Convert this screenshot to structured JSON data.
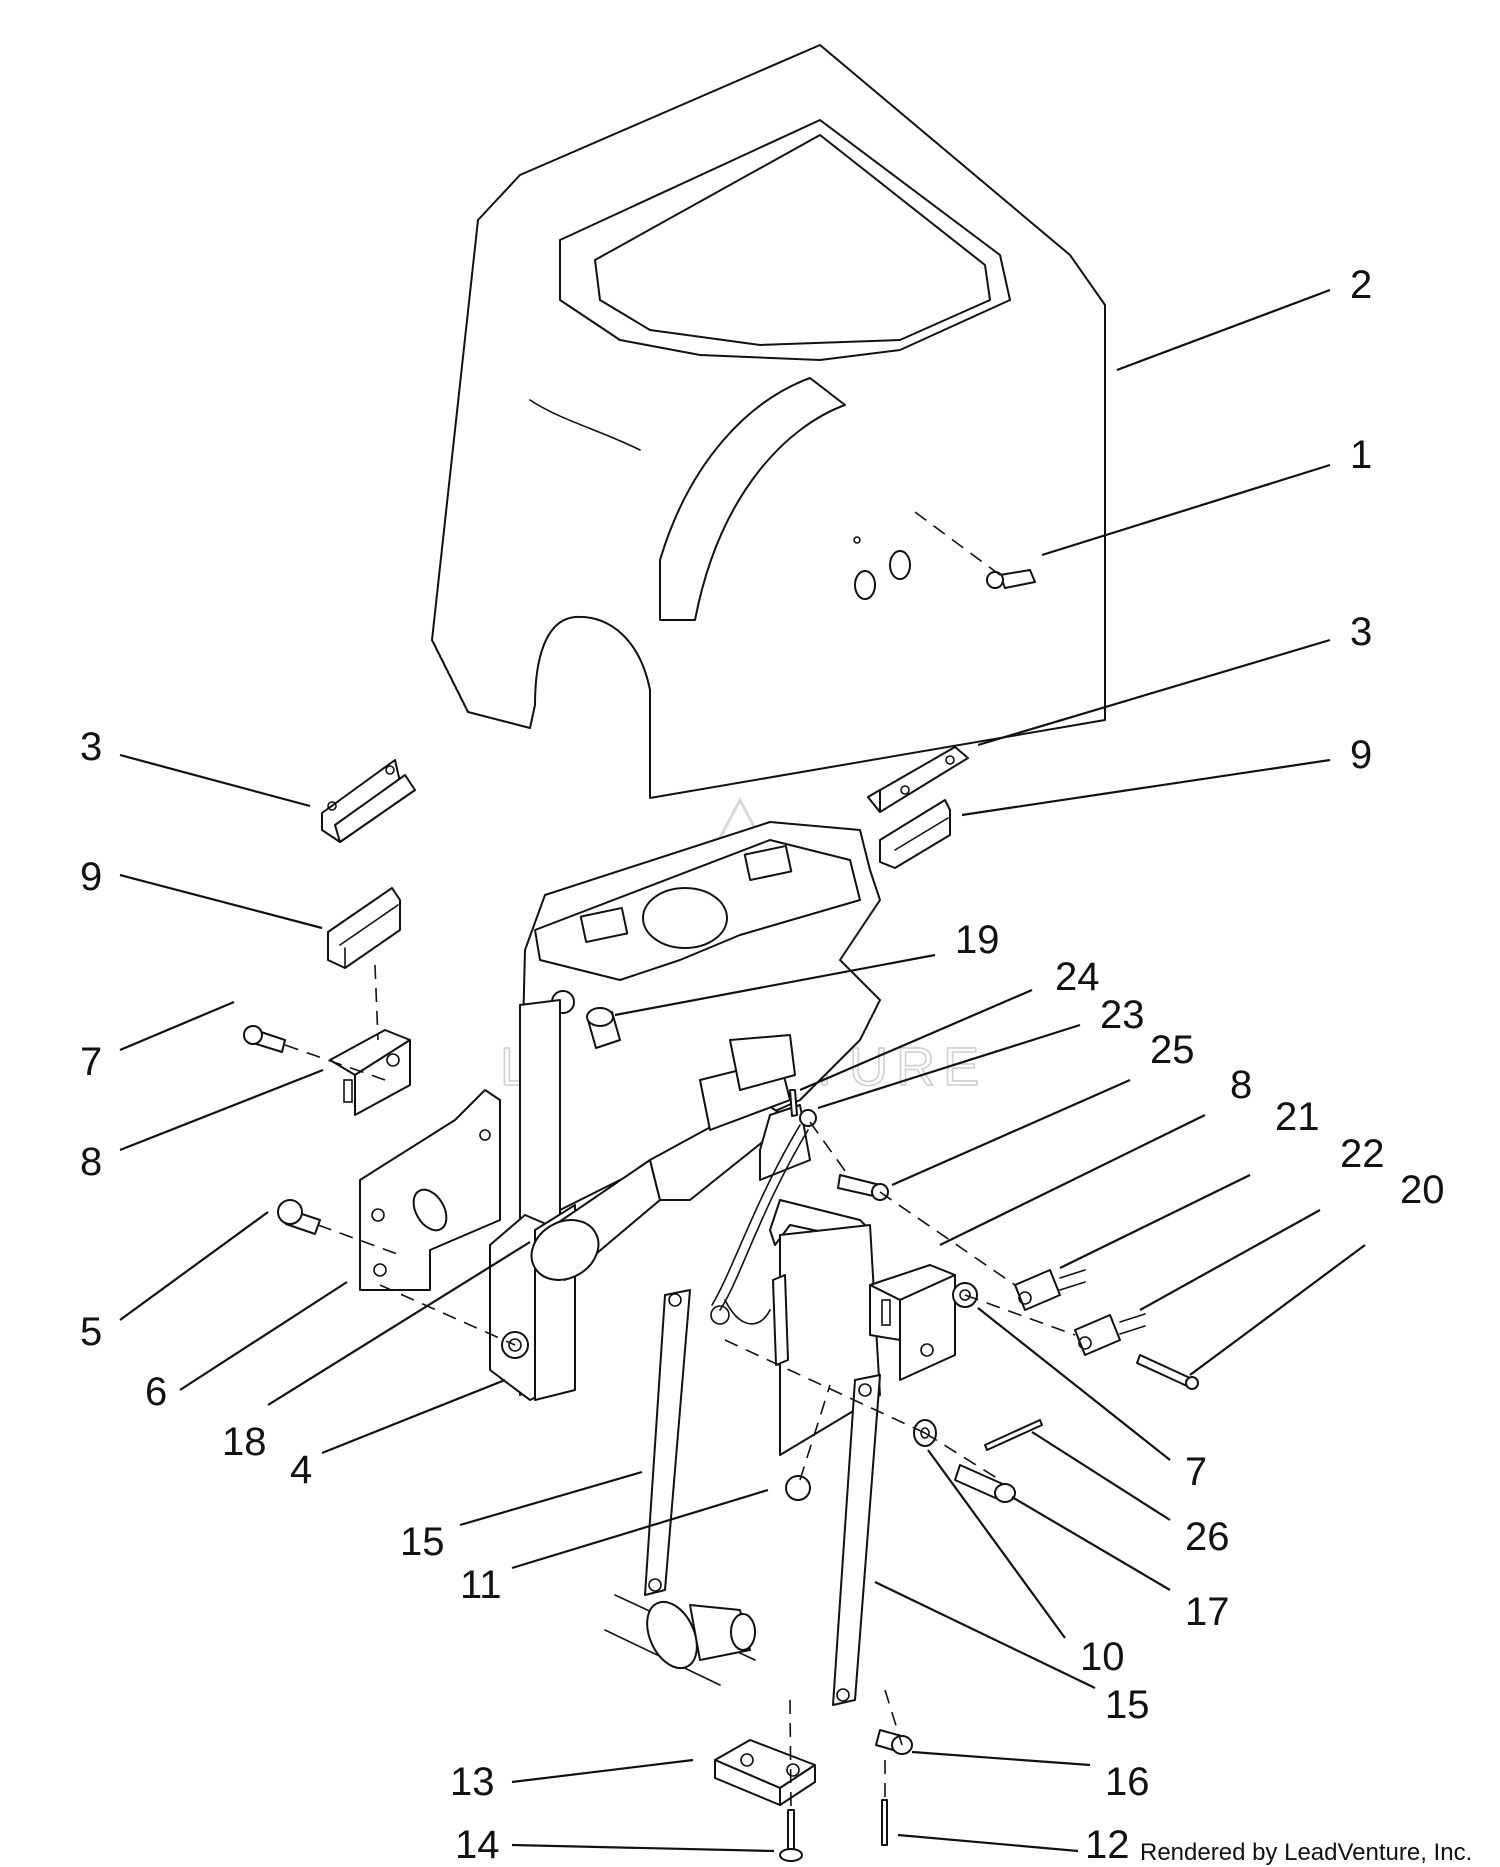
{
  "callouts": [
    "1",
    "2",
    "3",
    "3",
    "9",
    "9",
    "19",
    "24",
    "23",
    "25",
    "8",
    "21",
    "22",
    "20",
    "7",
    "8",
    "5",
    "6",
    "18",
    "4",
    "7",
    "15",
    "11",
    "26",
    "17",
    "10",
    "15",
    "16",
    "13",
    "14",
    "12"
  ],
  "credit": "Rendered by LeadVenture, Inc.",
  "watermark": "LEADVENTURE"
}
